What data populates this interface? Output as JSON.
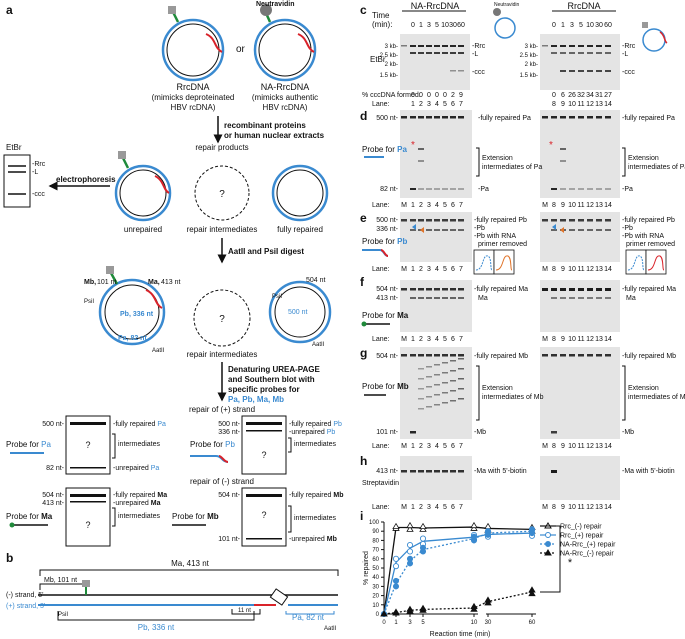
{
  "panel_labels": {
    "a": "a",
    "b": "b",
    "c": "c",
    "d": "d",
    "e": "e",
    "f": "f",
    "g": "g",
    "h": "h",
    "i": "i"
  },
  "schema": {
    "neutravidin": "Neutravidin",
    "or": "or",
    "rrc_title": "RrcDNA",
    "rrc_sub1": "(mimicks deproteinated",
    "rrc_sub2": "HBV rcDNA)",
    "narrc_title": "NA-RrcDNA",
    "narrc_sub1": "(mimicks authentic",
    "narrc_sub2": "HBV rcDNA)",
    "step1a": "recombinant proteins",
    "step1b": "or human nuclear extracts",
    "repair_products": "repair products",
    "electrophoresis": "electrophoresis",
    "etbr": "EtBr",
    "rrc": "Rrc",
    "l": "L",
    "ccc": "ccc",
    "unrepaired": "unrepaired",
    "repair_intermediates": "repair intermediates",
    "fully_repaired": "fully repaired",
    "qmark": "?",
    "digest": "AatII and PsiI digest",
    "mb_label": "Mb,",
    "mb_len": "101 nt",
    "ma_label": "Ma,",
    "ma_len": "413 nt",
    "pb_label": "Pb, 336 nt",
    "pa_label": "Pa, 82 nt",
    "psil": "PsiI",
    "aatii": "AatII",
    "len504": "504 nt",
    "len500": "500 nt",
    "denat1": "Denaturing UREA-PAGE",
    "denat2": "and Southern blot with",
    "denat3": "specific probes for",
    "denat4": "Pa, Pb, Ma, Mb",
    "repair_plus": "repair of (+) strand",
    "repair_minus": "repair of (-) strand",
    "probe_for": "Probe for",
    "pa": "Pa",
    "pb": "Pb",
    "ma": "Ma",
    "mb": "Mb",
    "fully_repaired_dash": "-fully repaired",
    "intermediates": "intermediates",
    "unrepaired_dash": "-unrepaired",
    "nt500": "500 nt-",
    "nt82": "82 nt-",
    "nt336": "336 nt-",
    "nt504": "504 nt-",
    "nt413": "413 nt-",
    "nt101": "101 nt-"
  },
  "panel_b": {
    "ma_span": "Ma, 413 nt",
    "mb_span": "Mb, 101 nt",
    "minus_strand": "(-) strand, 5'",
    "plus_strand": "(+) strand, 3'",
    "psil": "PsiI",
    "pb_span": "Pb, 336 nt",
    "nt11": "11 nt",
    "pa_span": "Pa, 82 nt",
    "aatii": "AatII"
  },
  "panel_c": {
    "left_title": "NA-RrcDNA",
    "right_title": "RrcDNA",
    "time_label": "Time",
    "time_unit": "(min):",
    "times": [
      "0",
      "1",
      "3",
      "5",
      "10",
      "30",
      "60"
    ],
    "etbr": "EtBr",
    "kb_labels": [
      "3 kb-",
      "2.5 kb-",
      "2 kb-",
      "1.5 kb-"
    ],
    "rrc": "-Rrc",
    "l": "-L",
    "ccc": "-ccc",
    "ccc_formed": "% cccDNA formed:",
    "left_pct": [
      "0",
      "0",
      "0",
      "0",
      "0",
      "2",
      "9"
    ],
    "right_pct": [
      "0",
      "6",
      "26",
      "32",
      "34",
      "31",
      "27"
    ],
    "neutravidin": "Neutravidin"
  },
  "lanes": {
    "lane_word": "Lane:",
    "left": [
      "M",
      "1",
      "2",
      "3",
      "4",
      "5",
      "6",
      "7"
    ],
    "right": [
      "M",
      "8",
      "9",
      "10",
      "11",
      "12",
      "13",
      "14"
    ]
  },
  "panel_d": {
    "nt500": "500 nt-",
    "nt82": "82 nt-",
    "probe": "Probe for",
    "probe_target": "Pa",
    "fully": "-fully repaired Pa",
    "ext1": "Extension",
    "ext2": "intermediates of Pa",
    "unrep": "-Pa",
    "star": "*"
  },
  "panel_e": {
    "nt500": "500 nt-",
    "nt336": "336 nt-",
    "probe": "Probe for",
    "probe_target": "Pb",
    "fully": "-fully repaired Pb",
    "pb": "-Pb",
    "pb_rna1": "-Pb with RNA",
    "pb_rna2": "primer removed"
  },
  "panel_f": {
    "nt504": "504 nt-",
    "nt413": "413 nt-",
    "probe": "Probe for",
    "probe_target": "Ma",
    "fully": "-fully repaired Ma",
    "ma": "Ma"
  },
  "panel_g": {
    "nt504": "504 nt-",
    "nt101": "101 nt-",
    "probe": "Probe for",
    "probe_target": "Mb",
    "fully": "-fully repaired Mb",
    "ext1": "Extension",
    "ext2": "intermediates of Mb",
    "unrep": "-Mb"
  },
  "panel_h": {
    "nt413": "413 nt-",
    "strep": "Streptavidin",
    "label": "-Ma with 5'-biotin"
  },
  "chart_data": {
    "type": "scatter",
    "xlabel": "Reaction time (min)",
    "ylabel": "% repaired",
    "x_ticks": [
      "0",
      "1",
      "3",
      "5",
      "10",
      "30",
      "60"
    ],
    "y_ticks": [
      "0",
      "10",
      "20",
      "30",
      "40",
      "50",
      "60",
      "70",
      "80",
      "90",
      "100"
    ],
    "ylim": [
      0,
      100
    ],
    "legend_placement": "right",
    "significance": "*",
    "series": [
      {
        "name": "Rrc_(-) repair",
        "color": "#111111",
        "marker": "open-triangle",
        "x": [
          0,
          1,
          1,
          3,
          3,
          5,
          5,
          10,
          10,
          30,
          30,
          60,
          60
        ],
        "y": [
          0,
          93,
          95,
          92,
          96,
          92,
          95,
          93,
          96,
          91,
          95,
          90,
          94
        ]
      },
      {
        "name": "Rrc_(+) repair",
        "color": "#3a8ad0",
        "marker": "open-circle",
        "x": [
          0,
          1,
          1,
          3,
          3,
          5,
          5,
          10,
          10,
          30,
          30,
          60,
          60
        ],
        "y": [
          0,
          52,
          60,
          68,
          75,
          76,
          82,
          81,
          86,
          84,
          89,
          85,
          91
        ]
      },
      {
        "name": "NA-Rrc_(+) repair",
        "color": "#3a8ad0",
        "marker": "filled-circle",
        "x": [
          0,
          1,
          1,
          3,
          3,
          5,
          5,
          10,
          10,
          30,
          30,
          60,
          60
        ],
        "y": [
          0,
          30,
          36,
          55,
          60,
          68,
          72,
          80,
          84,
          86,
          90,
          88,
          92
        ]
      },
      {
        "name": "NA-Rrc_(-) repair",
        "color": "#111111",
        "marker": "filled-triangle",
        "x": [
          0,
          1,
          1,
          3,
          3,
          5,
          5,
          10,
          10,
          30,
          30,
          60,
          60
        ],
        "y": [
          0,
          1,
          2,
          3,
          5,
          4,
          6,
          5,
          8,
          12,
          15,
          22,
          26
        ]
      }
    ]
  }
}
